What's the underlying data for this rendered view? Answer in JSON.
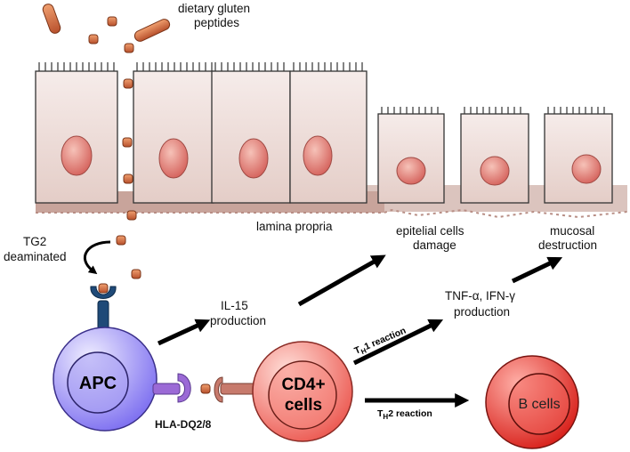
{
  "labels": {
    "gluten_line1": "dietary gluten",
    "gluten_line2": "peptides",
    "lamina": "lamina propria",
    "epithelial_line1": "epitelial cells",
    "epithelial_line2": "damage",
    "mucosal_line1": "mucosal",
    "mucosal_line2": "destruction",
    "tg2_line1": "TG2",
    "tg2_line2": "deaminated",
    "il15_line1": "IL-15",
    "il15_line2": "production",
    "tnf_line1": "TNF-α, IFN-γ",
    "tnf_line2": "production",
    "th1_T": "T",
    "th1_sub": "H",
    "th1_rest": "1 reaction",
    "th2_T": "T",
    "th2_sub": "H",
    "th2_rest": "2 reaction",
    "apc": "APC",
    "cd4_line1": "CD4+",
    "cd4_line2": "cells",
    "bcells": "B cells",
    "hla": "HLA-DQ2/8"
  },
  "colors": {
    "epithelium": "#efe0dc",
    "nucleus": "#e07a70",
    "lamina": "#c49a90",
    "peptide": "#d9744a",
    "apc": "#9a8ef0",
    "receptor_blue": "#1f4a78",
    "hla_purple": "#9b6ad6",
    "cd4": "#f2726a",
    "tcr": "#c77a6c",
    "bcell": "#e8302a",
    "arrow": "#000000"
  }
}
